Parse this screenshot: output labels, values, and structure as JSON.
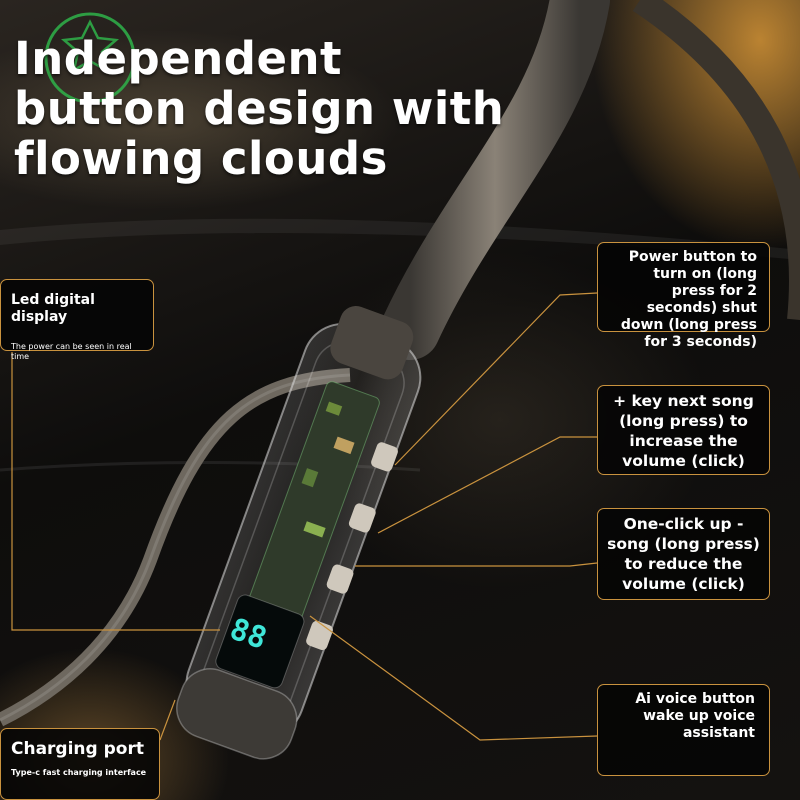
{
  "headline": {
    "line1": "Independent",
    "line2": "button design with",
    "line3": "flowing clouds"
  },
  "callouts": {
    "led_display": {
      "title": "Led digital display",
      "subtitle": "The power can be seen in real time"
    },
    "power_button": {
      "text": "Power button to turn on (long press for 2 seconds) shut down (long press for 3 seconds)"
    },
    "plus_key": {
      "text": "+ key next song (long press) to increase the volume (click)"
    },
    "minus_key": {
      "text": "One-click up - song (long press) to reduce the volume (click)"
    },
    "ai_voice": {
      "text": "Ai voice button wake up voice assistant"
    },
    "charging_port": {
      "title": "Charging port",
      "subtitle": "Type-c fast charging interface"
    }
  },
  "display": {
    "digits": "88"
  },
  "colors": {
    "accent_gold": "#c9923e",
    "display_cyan": "#3fe6d8",
    "logo_green": "#2fb34a"
  }
}
